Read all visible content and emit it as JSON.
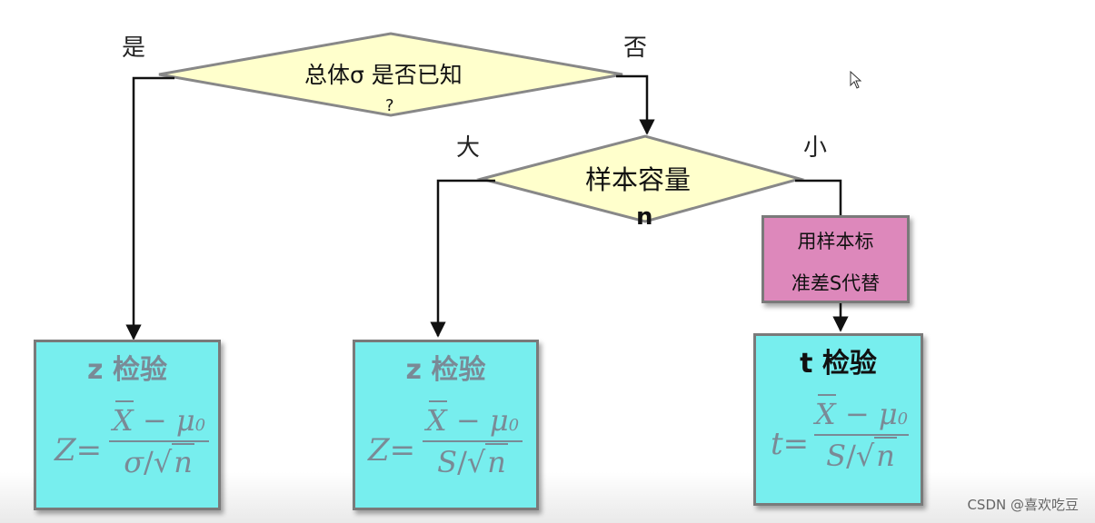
{
  "decision_sigma": {
    "text": "总体σ 是否已知",
    "qmark": "?",
    "yes": "是",
    "no": "否"
  },
  "decision_n": {
    "text": "样本容量",
    "var": "n",
    "large": "大",
    "small": "小"
  },
  "substitute_box": {
    "line1": "用样本标",
    "line2": "准差S代替"
  },
  "z_box_left": {
    "title": "z 检验",
    "lhs": "Z",
    "eq": "=",
    "num_var": "X",
    "minus": " − ",
    "mu": "μ",
    "mu_sub": "0",
    "den_var": "σ",
    "den_slash": "/",
    "sqrt": "√",
    "sqrt_n": "n"
  },
  "z_box_middle": {
    "title": "z 检验",
    "lhs": "Z",
    "eq": "=",
    "num_var": "X",
    "minus": " − ",
    "mu": "μ",
    "mu_sub": "0",
    "den_var": "S",
    "den_slash": "/",
    "sqrt": "√",
    "sqrt_n": "n"
  },
  "t_box": {
    "title": "t 检验",
    "lhs": "t",
    "eq": "=",
    "num_var": "X",
    "minus": " − ",
    "mu": "μ",
    "mu_sub": "0",
    "den_var": "S",
    "den_slash": "/",
    "sqrt": "√",
    "sqrt_n": "n"
  },
  "watermark": "CSDN @喜欢吃豆",
  "colors": {
    "diamond": "#ffffcc",
    "test_box": "#77eeee",
    "substitute": "#dd88bb",
    "formula_text": "#7a8a96"
  },
  "icons": {
    "cursor": "mouse-pointer-icon"
  }
}
